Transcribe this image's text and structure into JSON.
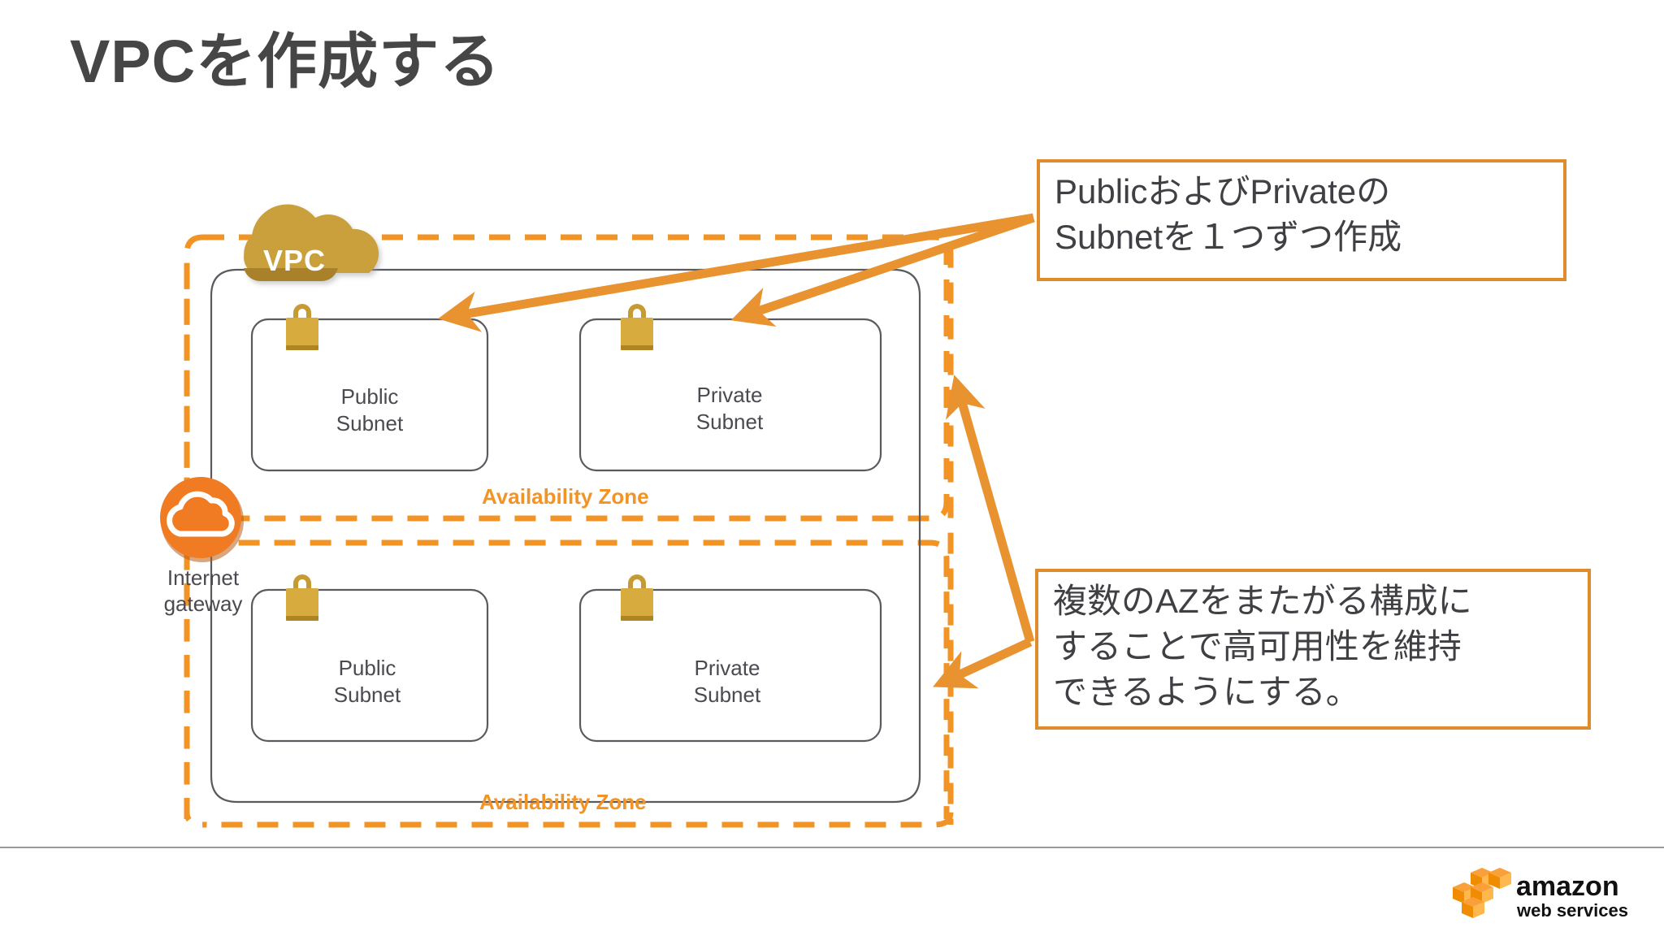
{
  "slide": {
    "title": "VPCを作成する",
    "background_color": "#ffffff",
    "title_color": "#464646"
  },
  "colors": {
    "accent_orange": "#F29425",
    "callout_border": "#E08C2D",
    "arrow_orange": "#E89230",
    "vpc_badge": "#CFA53C",
    "lock_gold": "#D5A93B",
    "igw_orange": "#F07B22",
    "outline_gray": "#5a5a60",
    "text_gray": "#4a4a50",
    "divider_gray": "#9a9a9a"
  },
  "diagram": {
    "vpc": {
      "badge_label": "VPC",
      "badge_icon": "cloud-icon"
    },
    "internet_gateway": {
      "label_line1": "Internet",
      "label_line2": "gateway",
      "icon": "internet-gateway-cloud-icon"
    },
    "availability_zones": [
      {
        "label": "Availability Zone",
        "subnets": [
          {
            "line1": "Public",
            "line2": "Subnet",
            "icon": "lock-icon"
          },
          {
            "line1": "Private",
            "line2": "Subnet",
            "icon": "lock-icon"
          }
        ]
      },
      {
        "label": "Availability Zone",
        "subnets": [
          {
            "line1": "Public",
            "line2": "Subnet",
            "icon": "lock-icon"
          },
          {
            "line1": "Private",
            "line2": "Subnet",
            "icon": "lock-icon"
          }
        ]
      }
    ]
  },
  "callouts": [
    {
      "id": "subnets",
      "text": "PublicおよびPrivateの\nSubnetを１つずつ作成"
    },
    {
      "id": "availability-zones",
      "text": "複数のAZをまたがる構成に\nすることで高可用性を維持\nできるようにする。"
    }
  ],
  "footer": {
    "logo_primary": "amazon",
    "logo_secondary": "web services"
  }
}
